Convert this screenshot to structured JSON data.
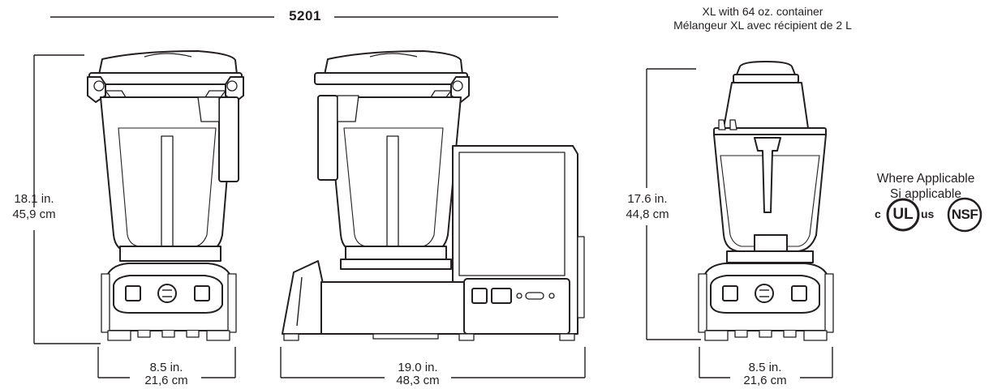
{
  "model": "5201",
  "variant": {
    "line1": "XL with 64 oz. container",
    "line2": "Mélangeur XL avec récipient de 2 L"
  },
  "dimensions": {
    "front_height": {
      "imperial": "18.1 in.",
      "metric": "45,9 cm"
    },
    "front_width": {
      "imperial": "8.5 in.",
      "metric": "21,6 cm"
    },
    "side_depth": {
      "imperial": "19.0 in.",
      "metric": "48,3 cm"
    },
    "small_height": {
      "imperial": "17.6 in.",
      "metric": "44,8 cm"
    },
    "small_width": {
      "imperial": "8.5 in.",
      "metric": "21,6 cm"
    }
  },
  "certification": {
    "line1": "Where Applicable",
    "line2": "Si applicable",
    "ul_c": "c",
    "ul_mark": "UL",
    "ul_us": "us",
    "nsf_mark": "NSF"
  },
  "icons": [
    "ul-listing-icon",
    "nsf-certification-icon",
    "blender-front-icon",
    "blender-side-icon",
    "blender-small-front-icon"
  ]
}
